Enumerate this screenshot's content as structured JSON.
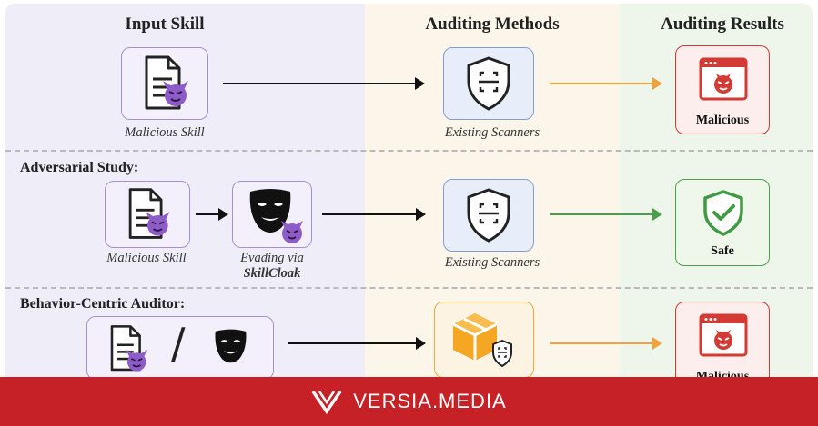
{
  "columns": {
    "input": "Input Skill",
    "methods": "Auditing Methods",
    "results": "Auditing Results"
  },
  "rows": {
    "adversarial": "Adversarial Study:",
    "behavior": "Behavior-Centric Auditor:"
  },
  "captions": {
    "malicious_skill_1": "Malicious Skill",
    "malicious_skill_2": "Malicious Skill",
    "evading_line1": "Evading via",
    "evading_line2": "SkillCloak",
    "scanners_1": "Existing Scanners",
    "scanners_2": "Existing Scanners"
  },
  "results": {
    "r1": "Malicious",
    "r2": "Safe",
    "r3": "Malicious"
  },
  "banner": {
    "brand": "VERSIA.MEDIA"
  },
  "colors": {
    "banner": "#c62127",
    "malicious_red": "#d23a33",
    "safe_green": "#4aa24a",
    "arrow_orange": "#f2a23a",
    "devil_purple": "#8e5cc9"
  },
  "icons": [
    "document-icon",
    "devil-icon",
    "mask-icon",
    "shield-scan-icon",
    "cube-icon",
    "malicious-window-icon",
    "shield-check-icon",
    "versia-logo-icon"
  ]
}
